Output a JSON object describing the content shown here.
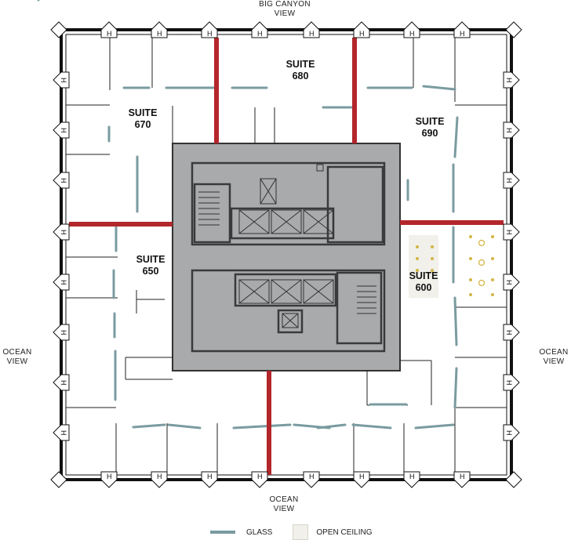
{
  "floorplan": {
    "views": {
      "top": {
        "line1": "BIG CANYON",
        "line2": "VIEW"
      },
      "left": {
        "line1": "OCEAN",
        "line2": "VIEW"
      },
      "right": {
        "line1": "OCEAN",
        "line2": "VIEW"
      },
      "bottom": {
        "line1": "OCEAN",
        "line2": "VIEW"
      }
    },
    "suites": [
      {
        "label": "SUITE",
        "number": "670"
      },
      {
        "label": "SUITE",
        "number": "680"
      },
      {
        "label": "SUITE",
        "number": "690"
      },
      {
        "label": "SUITE",
        "number": "650"
      },
      {
        "label": "SUITE",
        "number": "600"
      }
    ],
    "column_marker": "H",
    "colors": {
      "demising_wall": "#b3262b",
      "glass": "#7a9ba0",
      "core": "#a8aaac",
      "open_ceiling": "#f1f0ea",
      "ceiling_light": "#d4b545"
    }
  },
  "legend": {
    "glass_label": "GLASS",
    "open_ceiling_label": "OPEN CEILING"
  }
}
